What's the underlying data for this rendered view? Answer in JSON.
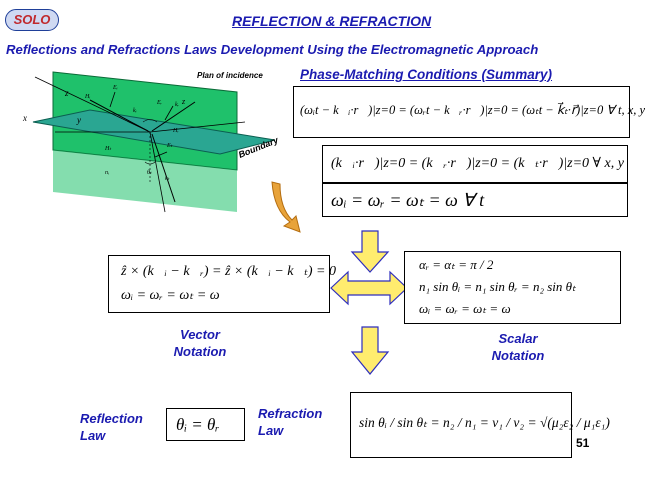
{
  "header": {
    "solo": "SOLO",
    "title": "REFLECTION & REFRACTION",
    "subtitle": "Reflections and Refractions Laws Development Using the Electromagnetic Approach"
  },
  "diagram": {
    "plan_label": "Plan of incidence",
    "boundary_label": "Boundary",
    "axis_x": "x",
    "axis_y": "y",
    "axis_z": "z"
  },
  "summary_title": "Phase-Matching Conditions (Summary)",
  "equations": {
    "phase_full": "(ωᵢt − k⃗ᵢ·r⃗)|z=0 = (ωᵣt − k⃗ᵣ·r⃗)|z=0 = (ωₜt − k⃗ₜ·r⃗)|z=0   ∀ t, x, y",
    "phase_k": "(k⃗ᵢ·r⃗)|z=0 = (k⃗ᵣ·r⃗)|z=0 = (k⃗ₜ·r⃗)|z=0   ∀ x, y",
    "phase_omega": "ωᵢ = ωᵣ = ωₜ = ω   ∀ t",
    "vector_1": "ẑ × (k⃗ᵢ − k⃗ᵣ) = ẑ × (k⃗ᵢ − k⃗ₜ) = 0",
    "vector_2": "ωᵢ = ωᵣ = ωₜ = ω",
    "scalar_1": "αᵣ = αₜ = π / 2",
    "scalar_2": "n₁ sin θᵢ = n₁ sin θᵣ = n₂ sin θₜ",
    "scalar_3": "ωᵢ = ωᵣ = ωₜ = ω",
    "reflection_law": "θᵢ = θᵣ",
    "refraction_law": "sin θᵢ / sin θₜ = n₂ / n₁ = v₁ / v₂ = √(μ₂ε₂ / μ₁ε₁)"
  },
  "labels": {
    "vector_notation_1": "Vector",
    "vector_notation_2": "Notation",
    "scalar_notation_1": "Scalar",
    "scalar_notation_2": "Notation",
    "reflection_1": "Reflection",
    "reflection_2": "Law",
    "refraction_1": "Refraction",
    "refraction_2": "Law"
  },
  "page_number": "51",
  "colors": {
    "title_blue": "#1b1bb0",
    "plane_green": "#1fc16b",
    "boundary_teal": "#2aa692",
    "arrow_yellow": "#ffec6e",
    "arrow_border": "#2d2dbd",
    "curved_arrow": "#e8a33a"
  }
}
